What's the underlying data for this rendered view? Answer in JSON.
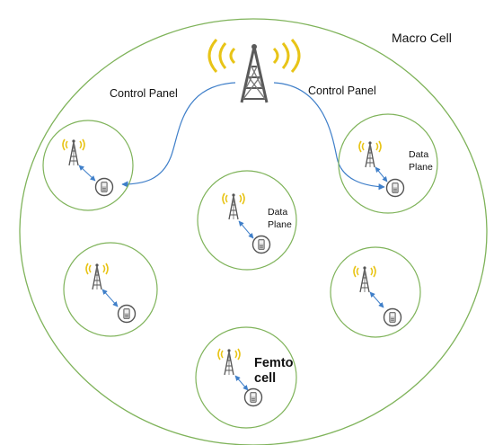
{
  "macro": {
    "label": "Macro Cell"
  },
  "control_left": "Control Panel",
  "control_right": "Control Panel",
  "data_plane_center": [
    "Data",
    "Plane"
  ],
  "data_plane_right": [
    "Data",
    "Plane"
  ],
  "femto_label": [
    "Femto",
    "cell"
  ],
  "colors": {
    "circle_stroke": "#7fb35a",
    "arrow": "#3f7fc9",
    "tower": "#555555",
    "signal": "#e8c417"
  },
  "icons": [
    "cell-tower-icon",
    "mobile-phone-icon"
  ]
}
